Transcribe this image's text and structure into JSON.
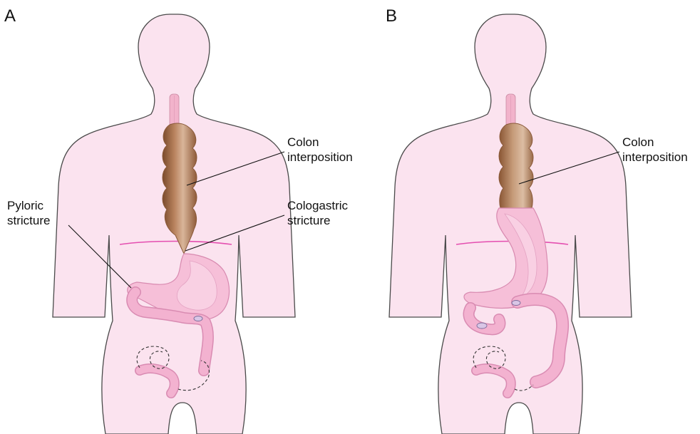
{
  "panels": [
    {
      "letter": "A",
      "labels": {
        "colon_interposition": [
          "Colon",
          "interposition"
        ],
        "pyloric_stricture": [
          "Pyloric",
          "stricture"
        ],
        "cologastric_stricture": [
          "Cologastric",
          "stricture"
        ]
      }
    },
    {
      "letter": "B",
      "labels": {
        "colon_interposition": [
          "Colon",
          "interposition"
        ]
      }
    }
  ],
  "colors": {
    "body_fill": "#fbe3ef",
    "diaphragm": "#e44fb0",
    "colon_segment": "#b07a55",
    "stomach": "#f6bfd8"
  }
}
